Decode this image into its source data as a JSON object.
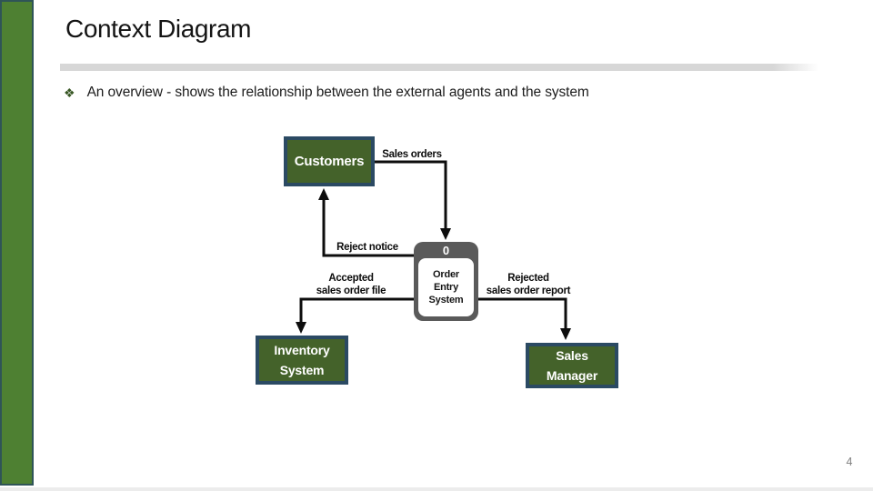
{
  "slide": {
    "title": "Context Diagram",
    "bullet_marker": "❖",
    "bullet_text": "An overview - shows the relationship between the external agents and the system",
    "page_number": "4"
  },
  "diagram": {
    "customers_label": "Customers",
    "inventory_label": "Inventory\nSystem",
    "sales_manager_label": "Sales\nManager",
    "process_number": "0",
    "process_label": "Order\nEntry\nSystem",
    "flow_sales_orders": "Sales orders",
    "flow_reject_notice": "Reject notice",
    "flow_accepted": "Accepted\nsales order file",
    "flow_rejected": "Rejected\nsales order report"
  },
  "colors": {
    "accent_bar_fill": "#4e8032",
    "accent_bar_border": "#2f5457",
    "entity_fill": "#44622a",
    "entity_border": "#2b4a63",
    "process_frame": "#5a5a5a",
    "divider_gray": "#d7d7d7",
    "arrow_black": "#0d0d0d",
    "bullet_green": "#375623",
    "page_number_gray": "#808080"
  }
}
